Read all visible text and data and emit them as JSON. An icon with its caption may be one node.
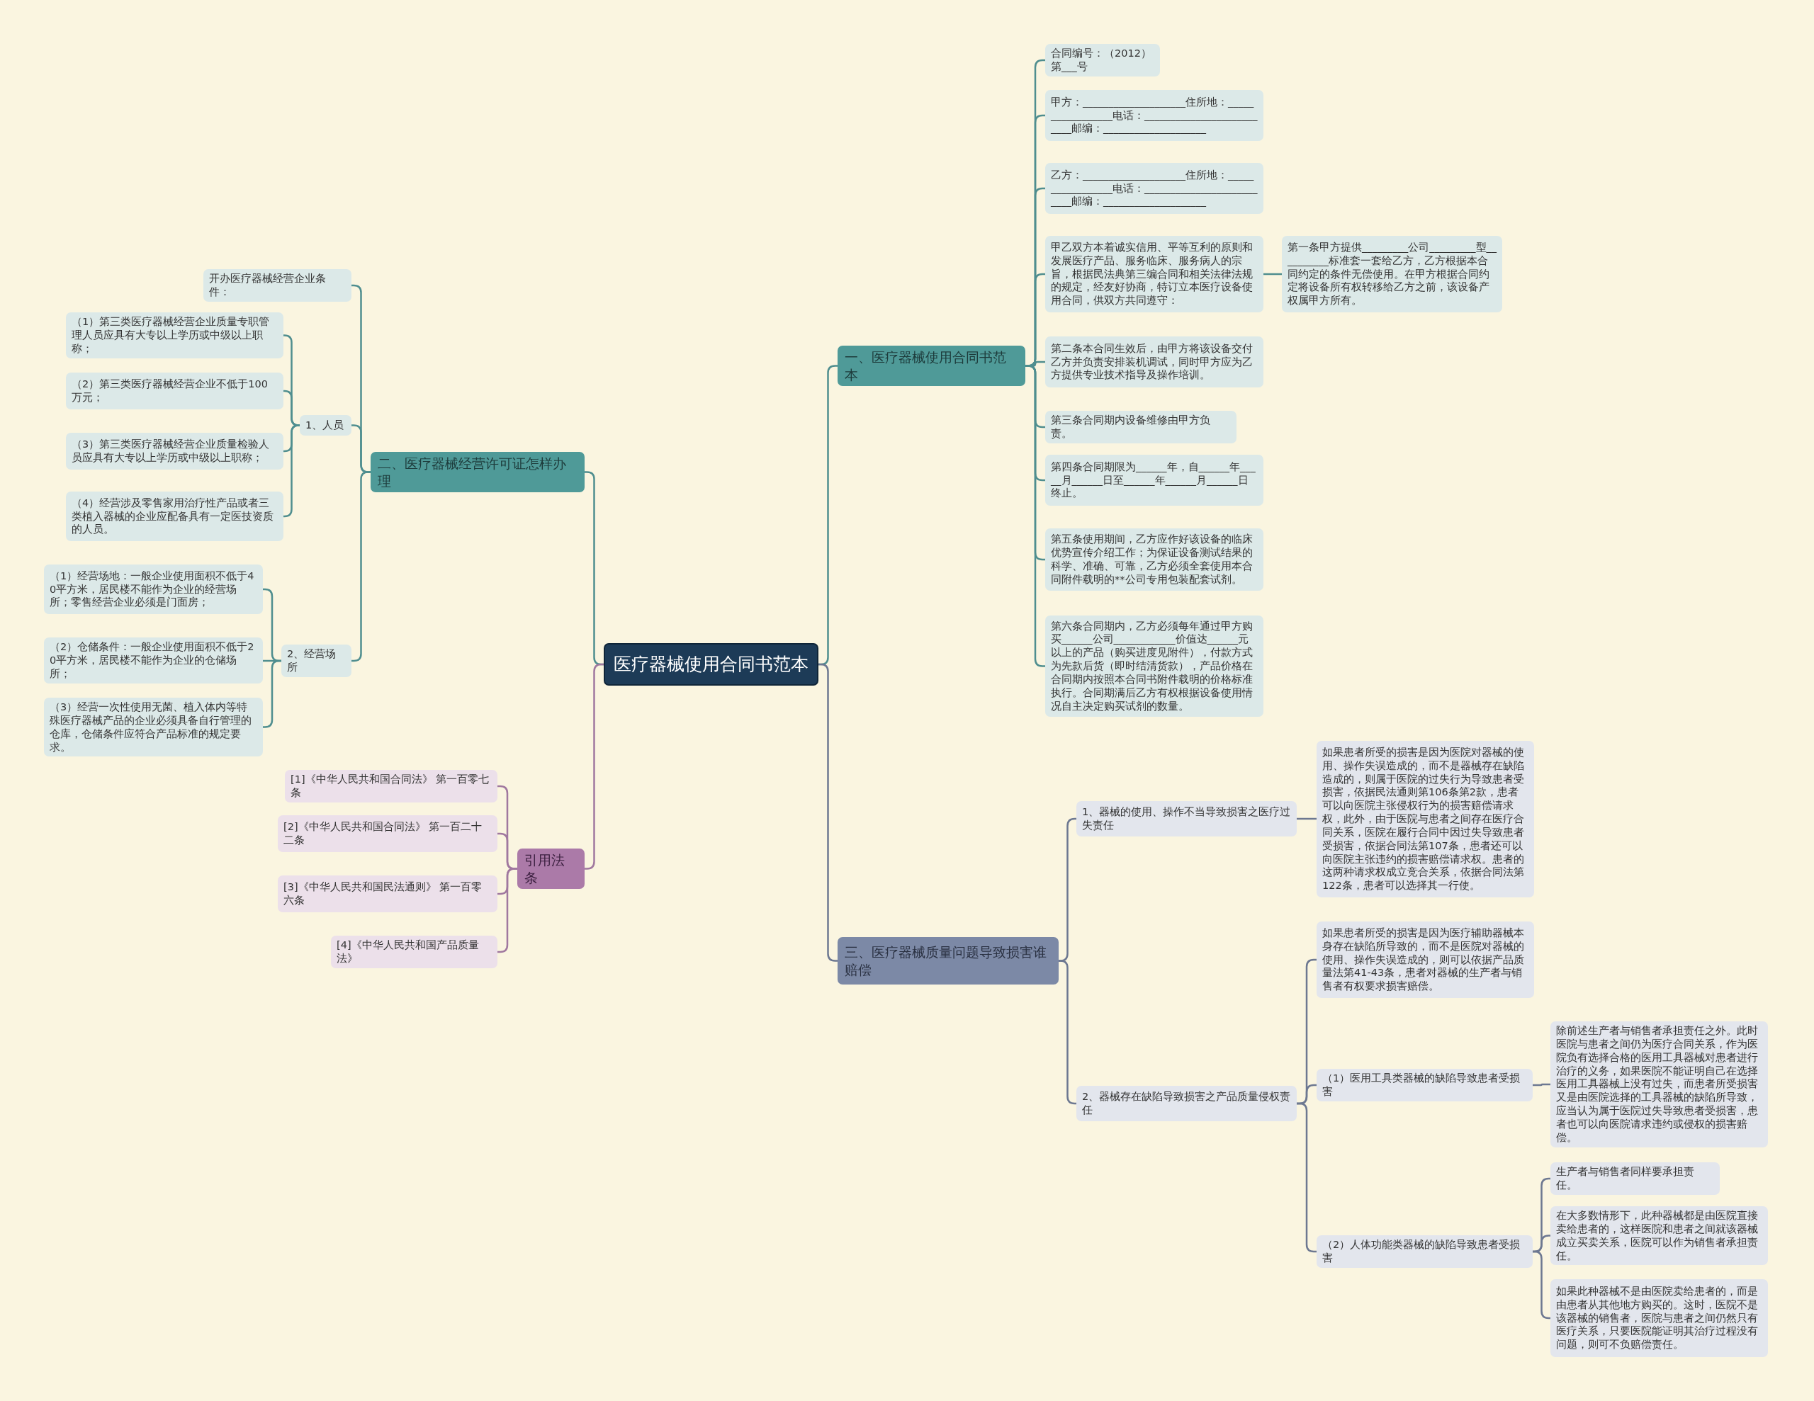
{
  "diagram": {
    "nodes": [
      {
        "text": [
          "医疗器械使用合同书范本"
        ]
      },
      {
        "text": [
          "一、医疗器械使用合同书范本"
        ]
      },
      {
        "text": [
          "合同编号：（2012）第___号"
        ]
      },
      {
        "text": [
          "甲方：____________________住所地：_________________电话：__________________________邮编：____________________"
        ]
      },
      {
        "text": [
          "乙方：____________________住所地：_________________电话：__________________________邮编：____________________"
        ]
      },
      {
        "text": [
          "甲乙双方本着诚实信用、平等互利的原则和发展医疗产品、服务临床、服务病人的宗旨，根据民法典第三编合同和相关法律法规的规定，经友好协商，特订立本医疗设备使用合同，供双方共同遵守："
        ]
      },
      {
        "text": [
          "第一条甲方提供_________公司_________型__________标准套一套给乙方，乙方根据本合同约定的条件无偿使用。在甲方根据合同约定将设备所有权转移给乙方之前，该设备产权属甲方所有。"
        ]
      },
      {
        "text": [
          "第二条本合同生效后，由甲方将该设备交付乙方并负责安排装机调试，同时甲方应为乙方提供专业技术指导及操作培训。"
        ]
      },
      {
        "text": [
          "第三条合同期内设备维修由甲方负责。"
        ]
      },
      {
        "text": [
          "第四条合同期限为______年，自______年_____月______日至______年______月______日终止。"
        ]
      },
      {
        "text": [
          "第五条使用期间，乙方应作好该设备的临床优势宣传介绍工作；为保证设备测试结果的科学、准确、可靠，乙方必须全套使用本合同附件载明的**公司专用包装配套试剂。"
        ]
      },
      {
        "text": [
          "第六条合同期内，乙方必须每年通过甲方购买______公司____________价值达______元以上的产品（购买进度见附件），付款方式为先款后货（即时结清货款），产品价格在合同期内按照本合同书附件载明的价格标准执行。合同期满后乙方有权根据设备使用情况自主决定购买试剂的数量。"
        ]
      },
      {
        "text": [
          "二、医疗器械经营许可证怎样办理"
        ]
      },
      {
        "text": [
          "开办医疗器械经营企业条件："
        ]
      },
      {
        "text": [
          "1、人员"
        ]
      },
      {
        "text": [
          "（1）第三类医疗器械经营企业质量专职管理人员应具有大专以上学历或中级以上职称；"
        ]
      },
      {
        "text": [
          "（2）第三类医疗器械经营企业不低于100万元；"
        ]
      },
      {
        "text": [
          "（3）第三类医疗器械经营企业质量检验人员应具有大专以上学历或中级以上职称；"
        ]
      },
      {
        "text": [
          "（4）经营涉及零售家用治疗性产品或者三类植入器械的企业应配备具有一定医技资质的人员。"
        ]
      },
      {
        "text": [
          "2、经营场所"
        ]
      },
      {
        "text": [
          "（1）经营场地：一般企业使用面积不低于40平方米，居民楼不能作为企业的经营场所；零售经营企业必须是门面房；"
        ]
      },
      {
        "text": [
          "（2）仓储条件：一般企业使用面积不低于20平方米，居民楼不能作为企业的仓储场所；"
        ]
      },
      {
        "text": [
          "（3）经营一次性使用无菌、植入体内等特殊医疗器械产品的企业必须具备自行管理的仓库，仓储条件应符合产品标准的规定要求。"
        ]
      },
      {
        "text": [
          "引用法条"
        ]
      },
      {
        "text": [
          "[1]《中华人民共和国合同法》 第一百零七条"
        ]
      },
      {
        "text": [
          "[2]《中华人民共和国合同法》 第一百二十二条"
        ]
      },
      {
        "text": [
          "[3]《中华人民共和国民法通则》 第一百零六条"
        ]
      },
      {
        "text": [
          "[4]《中华人民共和国产品质量法》"
        ]
      },
      {
        "text": [
          "三、医疗器械质量问题导致损害谁赔偿"
        ]
      },
      {
        "text": [
          "1、器械的使用、操作不当导致损害之医疗过失责任"
        ]
      },
      {
        "text": [
          "如果患者所受的损害是因为医院对器械的使用、操作失误造成的，而不是器械存在缺陷造成的，则属于医院的过失行为导致患者受损害，依据民法通则第106条第2款，患者可以向医院主张侵权行为的损害赔偿请求权，此外，由于医院与患者之间存在医疗合同关系，医院在履行合同中因过失导致患者受损害，依据合同法第107条，患者还可以向医院主张违约的损害赔偿请求权。患者的这两种请求权成立竞合关系，依据合同法第122条，患者可以选择其一行使。"
        ]
      },
      {
        "text": [
          "2、器械存在缺陷导致损害之产品质量侵权责任"
        ]
      },
      {
        "text": [
          "如果患者所受的损害是因为医疗辅助器械本身存在缺陷所导致的，而不是医院对器械的使用、操作失误造成的，则可以依据产品质量法第41-43条，患者对器械的生产者与销售者有权要求损害赔偿。"
        ]
      },
      {
        "text": [
          "（1）医用工具类器械的缺陷导致患者受损害"
        ]
      },
      {
        "text": [
          "除前述生产者与销售者承担责任之外。此时医院与患者之间仍为医疗合同关系，作为医院负有选择合格的医用工具器械对患者进行治疗的义务，如果医院不能证明自己在选择医用工具器械上没有过失，而患者所受损害又是由医院选择的工具器械的缺陷所导致，应当认为属于医院过失导致患者受损害，患者也可以向医院请求违约或侵权的损害赔偿。"
        ]
      },
      {
        "text": [
          "（2）人体功能类器械的缺陷导致患者受损害"
        ]
      },
      {
        "text": [
          "生产者与销售者同样要承担责任。"
        ]
      },
      {
        "text": [
          "在大多数情形下，此种器械都是由医院直接卖给患者的，这样医院和患者之间就该器械成立买卖关系，医院可以作为销售者承担责任。"
        ]
      },
      {
        "text": [
          "如果此种器械不是由医院卖给患者的，而是由患者从其他地方购买的。这时，医院不是该器械的销售者，医院与患者之间仍然只有医疗关系，只要医院能证明其治疗过程没有问题，则可不负赔偿责任。"
        ]
      }
    ],
    "edges": [
      {
        "from": 0,
        "to": 1,
        "arrow": "none"
      },
      {
        "from": 1,
        "to": 2,
        "arrow": "none"
      },
      {
        "from": 1,
        "to": 3,
        "arrow": "none"
      },
      {
        "from": 1,
        "to": 4,
        "arrow": "none"
      },
      {
        "from": 1,
        "to": 5,
        "arrow": "none"
      },
      {
        "from": 5,
        "to": 6,
        "arrow": "none"
      },
      {
        "from": 1,
        "to": 7,
        "arrow": "none"
      },
      {
        "from": 1,
        "to": 8,
        "arrow": "none"
      },
      {
        "from": 1,
        "to": 9,
        "arrow": "none"
      },
      {
        "from": 1,
        "to": 10,
        "arrow": "none"
      },
      {
        "from": 1,
        "to": 11,
        "arrow": "none"
      },
      {
        "from": 0,
        "to": 12,
        "arrow": "none"
      },
      {
        "from": 12,
        "to": 13,
        "arrow": "none"
      },
      {
        "from": 12,
        "to": 14,
        "arrow": "none"
      },
      {
        "from": 14,
        "to": 15,
        "arrow": "none"
      },
      {
        "from": 14,
        "to": 16,
        "arrow": "none"
      },
      {
        "from": 14,
        "to": 17,
        "arrow": "none"
      },
      {
        "from": 14,
        "to": 18,
        "arrow": "none"
      },
      {
        "from": 12,
        "to": 19,
        "arrow": "none"
      },
      {
        "from": 19,
        "to": 20,
        "arrow": "none"
      },
      {
        "from": 19,
        "to": 21,
        "arrow": "none"
      },
      {
        "from": 19,
        "to": 22,
        "arrow": "none"
      },
      {
        "from": 0,
        "to": 23,
        "arrow": "none",
        "color": "#a0789f"
      },
      {
        "from": 23,
        "to": 24,
        "arrow": "none",
        "color": "#a0789f"
      },
      {
        "from": 23,
        "to": 25,
        "arrow": "none",
        "color": "#a0789f"
      },
      {
        "from": 23,
        "to": 26,
        "arrow": "none",
        "color": "#a0789f"
      },
      {
        "from": 23,
        "to": 27,
        "arrow": "none",
        "color": "#a0789f"
      },
      {
        "from": 0,
        "to": 28,
        "arrow": "none",
        "color": "#6d7891"
      },
      {
        "from": 28,
        "to": 29,
        "arrow": "none",
        "color": "#6d7891"
      },
      {
        "from": 29,
        "to": 30,
        "arrow": "none",
        "color": "#6d7891"
      },
      {
        "from": 28,
        "to": 31,
        "arrow": "none",
        "color": "#6d7891"
      },
      {
        "from": 31,
        "to": 32,
        "arrow": "none",
        "color": "#6d7891"
      },
      {
        "from": 31,
        "to": 33,
        "arrow": "none",
        "color": "#6d7891"
      },
      {
        "from": 33,
        "to": 34,
        "arrow": "none",
        "color": "#6d7891"
      },
      {
        "from": 31,
        "to": 35,
        "arrow": "none",
        "color": "#6d7891"
      },
      {
        "from": 35,
        "to": 36,
        "arrow": "none",
        "color": "#6d7891"
      },
      {
        "from": 35,
        "to": 37,
        "arrow": "none",
        "color": "#6d7891"
      },
      {
        "from": 35,
        "to": 38,
        "arrow": "none",
        "color": "#6d7891"
      }
    ]
  }
}
